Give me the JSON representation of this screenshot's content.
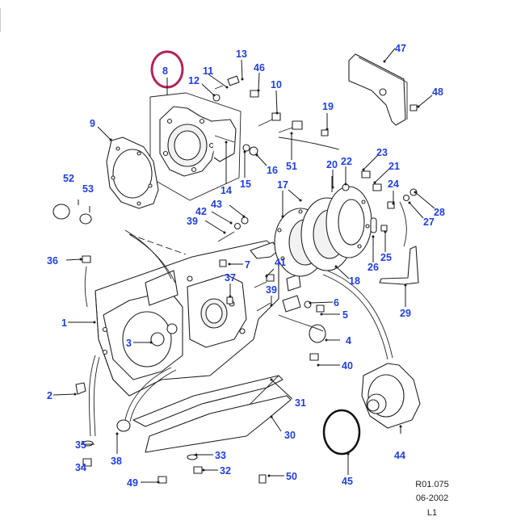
{
  "diagram": {
    "title_ref": "R01.075",
    "date": "06-2002",
    "level": "L1",
    "highlight_color": "#b0255a",
    "callout_color": "#1f3fe0",
    "highlighted_callout": "8",
    "callouts": {
      "c1": "1",
      "c2": "2",
      "c3": "3",
      "c4": "4",
      "c5": "5",
      "c6": "6",
      "c7": "7",
      "c8": "8",
      "c9": "9",
      "c10": "10",
      "c11": "11",
      "c12": "12",
      "c13": "13",
      "c14": "14",
      "c15": "15",
      "c16": "16",
      "c17": "17",
      "c18": "18",
      "c19": "19",
      "c20": "20",
      "c21": "21",
      "c22": "22",
      "c23": "23",
      "c24": "24",
      "c25": "25",
      "c26": "26",
      "c27": "27",
      "c28": "28",
      "c29": "29",
      "c30": "30",
      "c31": "31",
      "c32": "32",
      "c33": "33",
      "c34": "34",
      "c35": "35",
      "c36": "36",
      "c37": "37",
      "c38": "38",
      "c39a": "39",
      "c39b": "39",
      "c40": "40",
      "c41": "41",
      "c42": "42",
      "c43": "43",
      "c44": "44",
      "c45": "45",
      "c46": "46",
      "c47": "47",
      "c48": "48",
      "c49": "49",
      "c50": "50",
      "c51": "51",
      "c52": "52",
      "c53": "53"
    }
  }
}
